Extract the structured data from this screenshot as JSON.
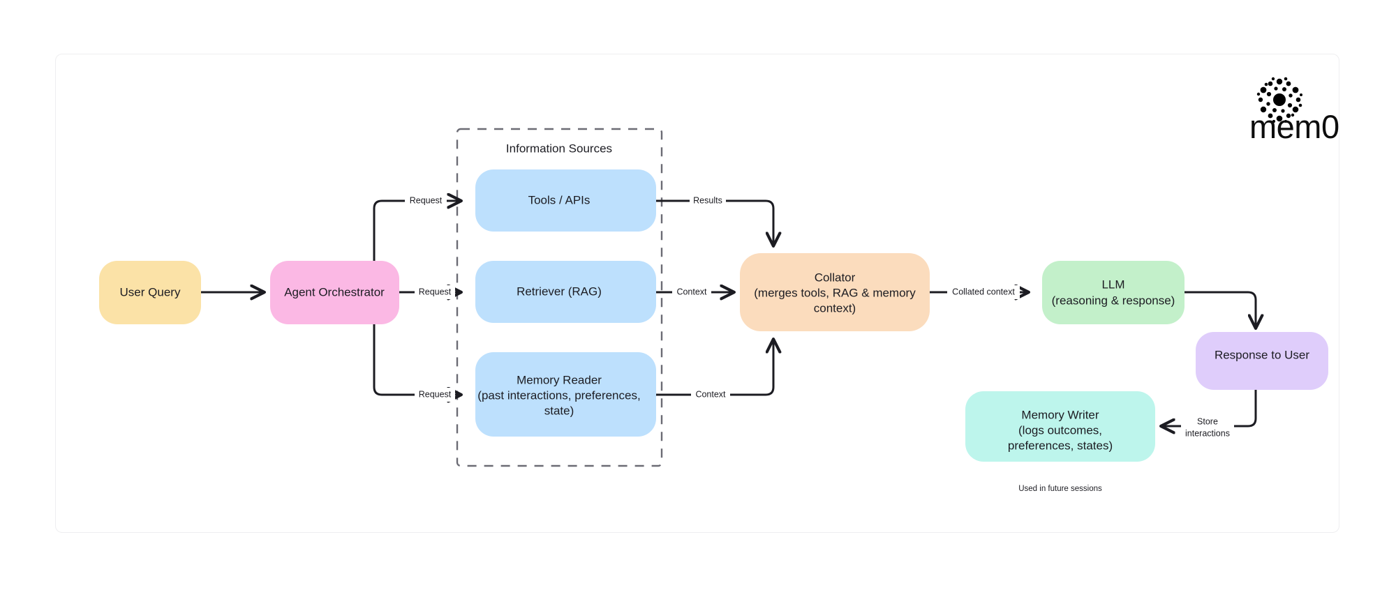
{
  "diagram": {
    "title": "Agent memory architecture flow",
    "brand": {
      "name": "mem0",
      "logo_icon": "mem0-dot-burst-icon"
    },
    "group": {
      "label": "Information Sources",
      "style": "dashed"
    },
    "nodes": [
      {
        "id": "user_query",
        "label": "User Query",
        "sublabel": "",
        "color": "#fbe2a7"
      },
      {
        "id": "orchestrator",
        "label": "Agent Orchestrator",
        "sublabel": "",
        "color": "#fbb8e4"
      },
      {
        "id": "tools",
        "label": "Tools / APIs",
        "sublabel": "",
        "color": "#bde0fd"
      },
      {
        "id": "retriever",
        "label": "Retriever (RAG)",
        "sublabel": "",
        "color": "#bde0fd"
      },
      {
        "id": "memory_reader",
        "label": "Memory Reader",
        "sublabel": "(past interactions, preferences, state)",
        "color": "#bde0fd"
      },
      {
        "id": "collator",
        "label": "Collator",
        "sublabel": "(merges tools, RAG & memory context)",
        "color": "#fbdcbd"
      },
      {
        "id": "llm",
        "label": "LLM",
        "sublabel": "(reasoning & response)",
        "color": "#c3f0ca"
      },
      {
        "id": "response",
        "label": "Response to User",
        "sublabel": "",
        "color": "#dfcdfb"
      },
      {
        "id": "memory_writer",
        "label": "Memory Writer",
        "sublabel": "(logs outcomes, preferences, states)",
        "color": "#bdf5ec"
      }
    ],
    "node_text": {
      "user_query": "User Query",
      "orchestrator": "Agent Orchestrator",
      "tools": "Tools / APIs",
      "retriever": "Retriever (RAG)",
      "memory_reader_l1": "Memory Reader",
      "memory_reader_l2": "(past interactions, preferences,",
      "memory_reader_l3": "state)",
      "collator_l1": "Collator",
      "collator_l2": "(merges tools, RAG & memory",
      "collator_l3": "context)",
      "llm_l1": "LLM",
      "llm_l2": "(reasoning & response)",
      "response": "Response to User",
      "memory_writer_l1": "Memory Writer",
      "memory_writer_l2": "(logs outcomes,",
      "memory_writer_l3": "preferences, states)"
    },
    "edges": [
      {
        "id": "e1",
        "from": "user_query",
        "to": "orchestrator",
        "label": ""
      },
      {
        "id": "e2",
        "from": "orchestrator",
        "to": "tools",
        "label": "Request"
      },
      {
        "id": "e3",
        "from": "orchestrator",
        "to": "retriever",
        "label": "Request"
      },
      {
        "id": "e4",
        "from": "orchestrator",
        "to": "memory_reader",
        "label": "Request"
      },
      {
        "id": "e5",
        "from": "tools",
        "to": "collator",
        "label": "Results"
      },
      {
        "id": "e6",
        "from": "retriever",
        "to": "collator",
        "label": "Context"
      },
      {
        "id": "e7",
        "from": "memory_reader",
        "to": "collator",
        "label": "Context"
      },
      {
        "id": "e8",
        "from": "collator",
        "to": "llm",
        "label": "Collated context"
      },
      {
        "id": "e9",
        "from": "llm",
        "to": "response",
        "label": ""
      },
      {
        "id": "e10",
        "from": "response",
        "to": "memory_writer",
        "label_line1": "Store",
        "label_line2": "interactions"
      }
    ],
    "edge_text": {
      "request_tools": "Request",
      "request_retriever": "Request",
      "request_memory": "Request",
      "results": "Results",
      "context_rag": "Context",
      "context_memory": "Context",
      "collated_context": "Collated context",
      "store_l1": "Store",
      "store_l2": "interactions"
    },
    "notes": {
      "future_sessions": "Used in future sessions"
    },
    "colors": {
      "stroke": "#1c1c22",
      "group_stroke": "#6b6b74",
      "frame_border": "#eeeef0",
      "background": "#ffffff"
    }
  }
}
